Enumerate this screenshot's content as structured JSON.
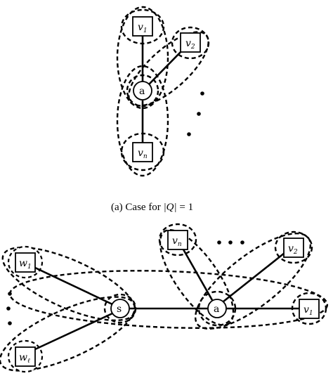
{
  "panel_a": {
    "nodes": {
      "v1": {
        "base": "v",
        "sub": "1"
      },
      "v2": {
        "base": "v",
        "sub": "2"
      },
      "a": {
        "text": "a"
      },
      "vn": {
        "base": "v",
        "sub": "n"
      }
    },
    "caption": {
      "label": "(a)",
      "text": "Case for",
      "lhs": "|Q|",
      "eq": "= 1"
    }
  },
  "panel_b": {
    "nodes": {
      "w1": {
        "base": "w",
        "sub": "1"
      },
      "wl": {
        "base": "w",
        "sub": "ℓ"
      },
      "s": {
        "text": "s"
      },
      "a": {
        "text": "a"
      },
      "vn": {
        "base": "v",
        "sub": "n"
      },
      "v2": {
        "base": "v",
        "sub": "2"
      },
      "v1": {
        "base": "v",
        "sub": "1"
      }
    }
  }
}
